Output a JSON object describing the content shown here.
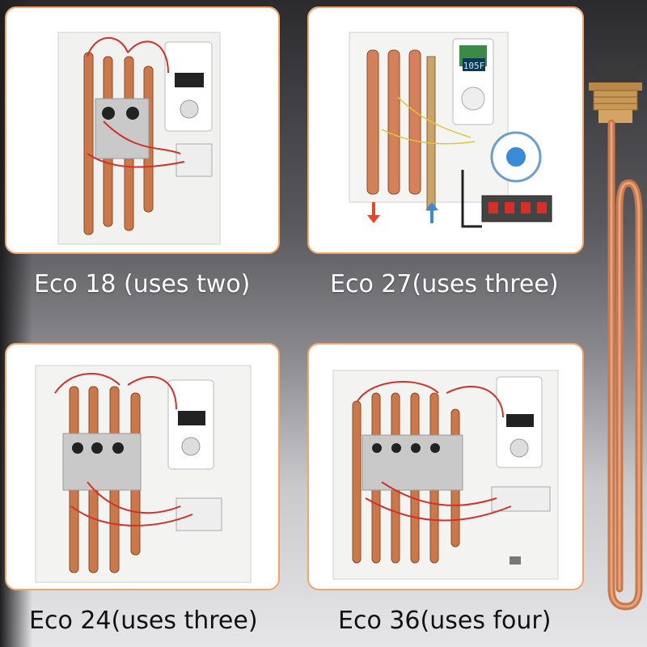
{
  "captions": {
    "eco18": "Eco 18 (uses two)",
    "eco27": "Eco 27(uses three)",
    "eco24": "Eco 24(uses three)",
    "eco36": "Eco 36(uses four)"
  },
  "display": {
    "eco27_readout": "105F"
  },
  "colors": {
    "card_border": "#f2a46a",
    "copper": "#c8784a",
    "wire_red": "#d4302a"
  },
  "icons": [
    "heater-unit-eco18",
    "heater-unit-eco27",
    "heater-unit-eco24",
    "heater-unit-eco36",
    "heating-element-icon"
  ]
}
